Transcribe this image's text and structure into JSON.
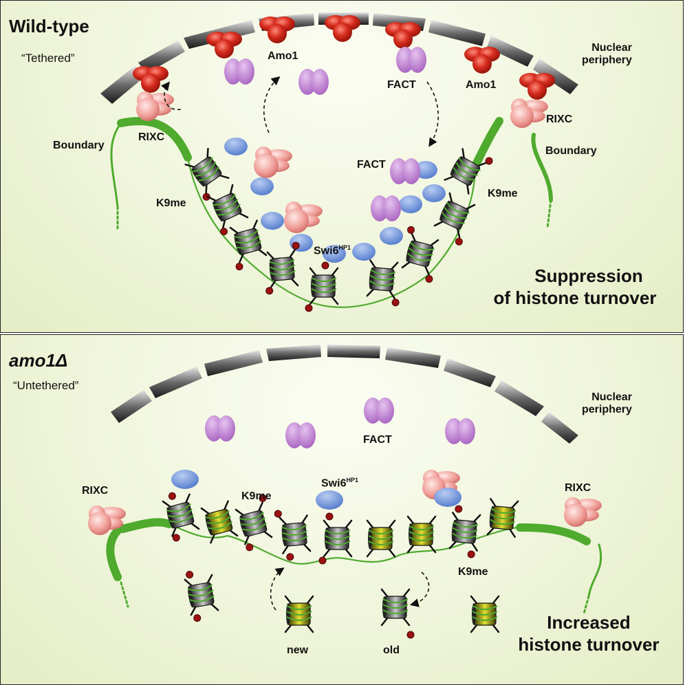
{
  "top_panel": {
    "title": "Wild-type",
    "subtitle": "“Tethered”",
    "nuclear_periphery": [
      "Nuclear",
      "periphery"
    ],
    "amo1": "Amo1",
    "fact": "FACT",
    "rixc": "RIXC",
    "boundary": "Boundary",
    "k9me": "K9me",
    "swi6": "Swi6",
    "swi6_sup": "HP1",
    "conclusion": [
      "Suppression",
      "of histone turnover"
    ]
  },
  "bottom_panel": {
    "title": "amo1Δ",
    "subtitle": "“Untethered”",
    "nuclear_periphery": [
      "Nuclear",
      "periphery"
    ],
    "fact": "FACT",
    "rixc": "RIXC",
    "k9me": "K9me",
    "swi6": "Swi6",
    "swi6_sup": "HP1",
    "new": "new",
    "old": "old",
    "conclusion": [
      "Increased",
      "histone turnover"
    ]
  },
  "colors": {
    "amo1": "#d42a1c",
    "fact": "#b36ac9",
    "swi6": "#5b86d6",
    "rixc": "#ee9a96",
    "boundary": "#4faa2e",
    "k9me": "#9b1111",
    "old_histone": "#555555",
    "new_histone": "#b8b416"
  }
}
